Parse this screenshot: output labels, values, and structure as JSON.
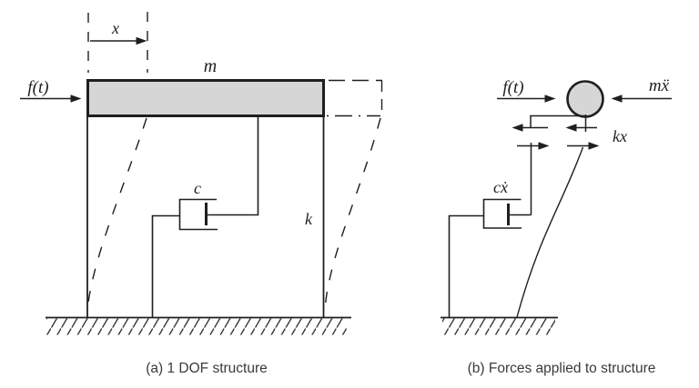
{
  "figure": {
    "panels": [
      {
        "id": "a",
        "caption": "(a) 1 DOF structure",
        "labels": {
          "displacement": "x",
          "mass": "m",
          "force": "f(t)",
          "damper": "c",
          "stiffness": "k"
        }
      },
      {
        "id": "b",
        "caption": "(b) Forces applied to structure",
        "labels": {
          "force": "f(t)",
          "inertia": "mẍ",
          "spring_force": "kx",
          "damper_force": "cẋ"
        }
      }
    ],
    "colors": {
      "line": "#1f1f1f",
      "mass_fill": "#d6d6d6",
      "caption_text": "#3a3a3a",
      "background": "#ffffff"
    }
  }
}
